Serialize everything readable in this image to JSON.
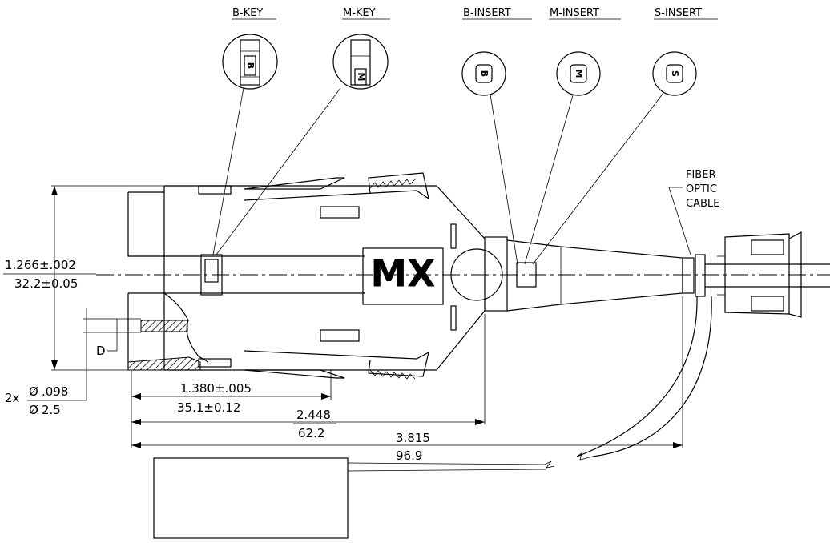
{
  "labels": {
    "b_key": "B-KEY",
    "m_key": "M-KEY",
    "b_insert": "B-INSERT",
    "m_insert": "M-INSERT",
    "s_insert": "S-INSERT",
    "fiber_line1": "FIBER",
    "fiber_line2": "OPTIC",
    "fiber_line3": "CABLE",
    "brand": "MX",
    "key_b": "B",
    "key_m": "M",
    "key_s": "S",
    "d_label": "D"
  },
  "dimensions": {
    "height_in": "1.266±.002",
    "height_mm": "32.2±0.05",
    "len1_in": "1.380±.005",
    "len1_mm": "35.1±0.12",
    "len2_in": "2.448",
    "len2_mm": "62.2",
    "len3_in": "3.815",
    "len3_mm": "96.9",
    "hole_prefix": "2x",
    "hole_in": ".098",
    "hole_mm": "2.5",
    "diameter_symbol": "Ø"
  }
}
